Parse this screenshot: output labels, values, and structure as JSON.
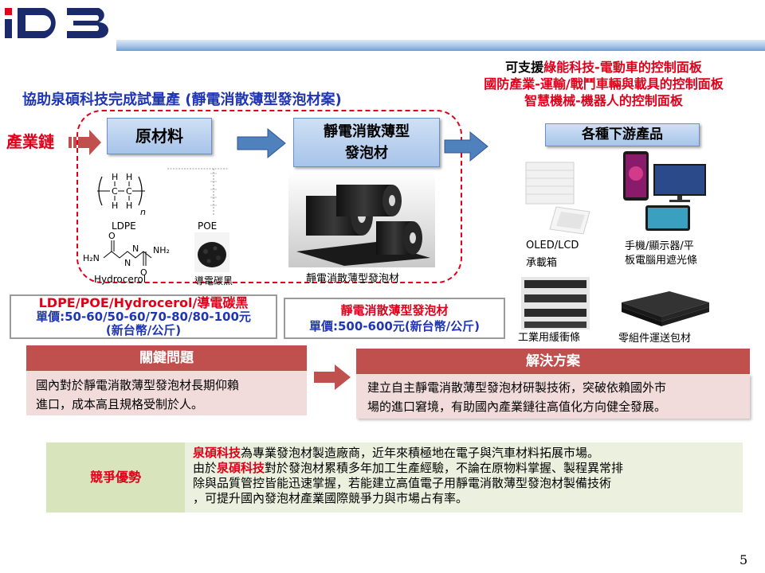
{
  "logo": {
    "text": "iD3"
  },
  "applications": {
    "lead": "可支援",
    "line1": "綠能科技-電動車的控制面板",
    "line2": "國防產業-運輸/戰鬥車輛與載具的控制面板",
    "line3": "智慧機械-機器人的控制面板"
  },
  "subtitle": "協助泉碩科技完成試量產 (靜電消散薄型發泡材案)",
  "chain_label": "產業鏈",
  "raw_materials": {
    "box": "原材料",
    "ldpe": "LDPE",
    "poe": "POE",
    "hydrocerol": "Hydrocerol",
    "carbon_black": "導電碳黑",
    "chem_h": "H",
    "chem_c": "C",
    "chem_n_sub": "n",
    "chem_h2n": "H₂N",
    "chem_nh2": "NH₂",
    "chem_o": "O",
    "chem_n": "N"
  },
  "product": {
    "box_line1": "靜電消散薄型",
    "box_line2": "發泡材",
    "image_caption": "靜電消散薄型發泡材"
  },
  "downstream": {
    "box": "各種下游產品",
    "item1": "OLED/LCD",
    "item1b": "承載箱",
    "item2": "手機/顯示器/平",
    "item2b": "板電腦用遮光條",
    "item3": "工業用緩衝條",
    "item4": "零組件運送包材"
  },
  "price_raw": {
    "title": "LDPE/POE/Hydrocerol/導電碳黑",
    "price_line1": "單價:50-60/50-60/70-80/80-100元",
    "price_line2": "(新台幣/公斤)"
  },
  "price_product": {
    "title": "靜電消散薄型發泡材",
    "price": "單價:500-600元(新台幣/公斤)"
  },
  "key_issue": {
    "header": "關鍵問題",
    "line1": "國內對於靜電消散薄型發泡材長期仰賴",
    "line2": "進口，成本高且規格受制於人。"
  },
  "solution": {
    "header": "解決方案",
    "line1": "建立自主靜電消散薄型發泡材研製技術，突破依賴國外市",
    "line2": "場的進口窘境，有助國內產業鏈往高值化方向健全發展。"
  },
  "advantage": {
    "header": "競爭優勢",
    "company": "泉碩科技",
    "line1_rest": "為專業發泡材製造廠商，近年來積極地在電子與汽車材料拓展市場。",
    "line2_pre": "由於",
    "line2_rest": "對於發泡材累積多年加工生產經驗，不論在原物料掌握、製程異常排",
    "line3": "除與品質管控皆能迅速掌握，若能建立高值電子用靜電消散薄型發泡材製備技術",
    "line4": "，可提升國內發泡材產業國際競爭力與市場占有率。"
  },
  "page_number": "5",
  "colors": {
    "red": "#e0001a",
    "blue_title": "#1f35b4",
    "header_red": "#c0504d",
    "panel_pink": "#f2dcdb",
    "green_header": "#d8e4bc",
    "green_body": "#ebf1de"
  }
}
